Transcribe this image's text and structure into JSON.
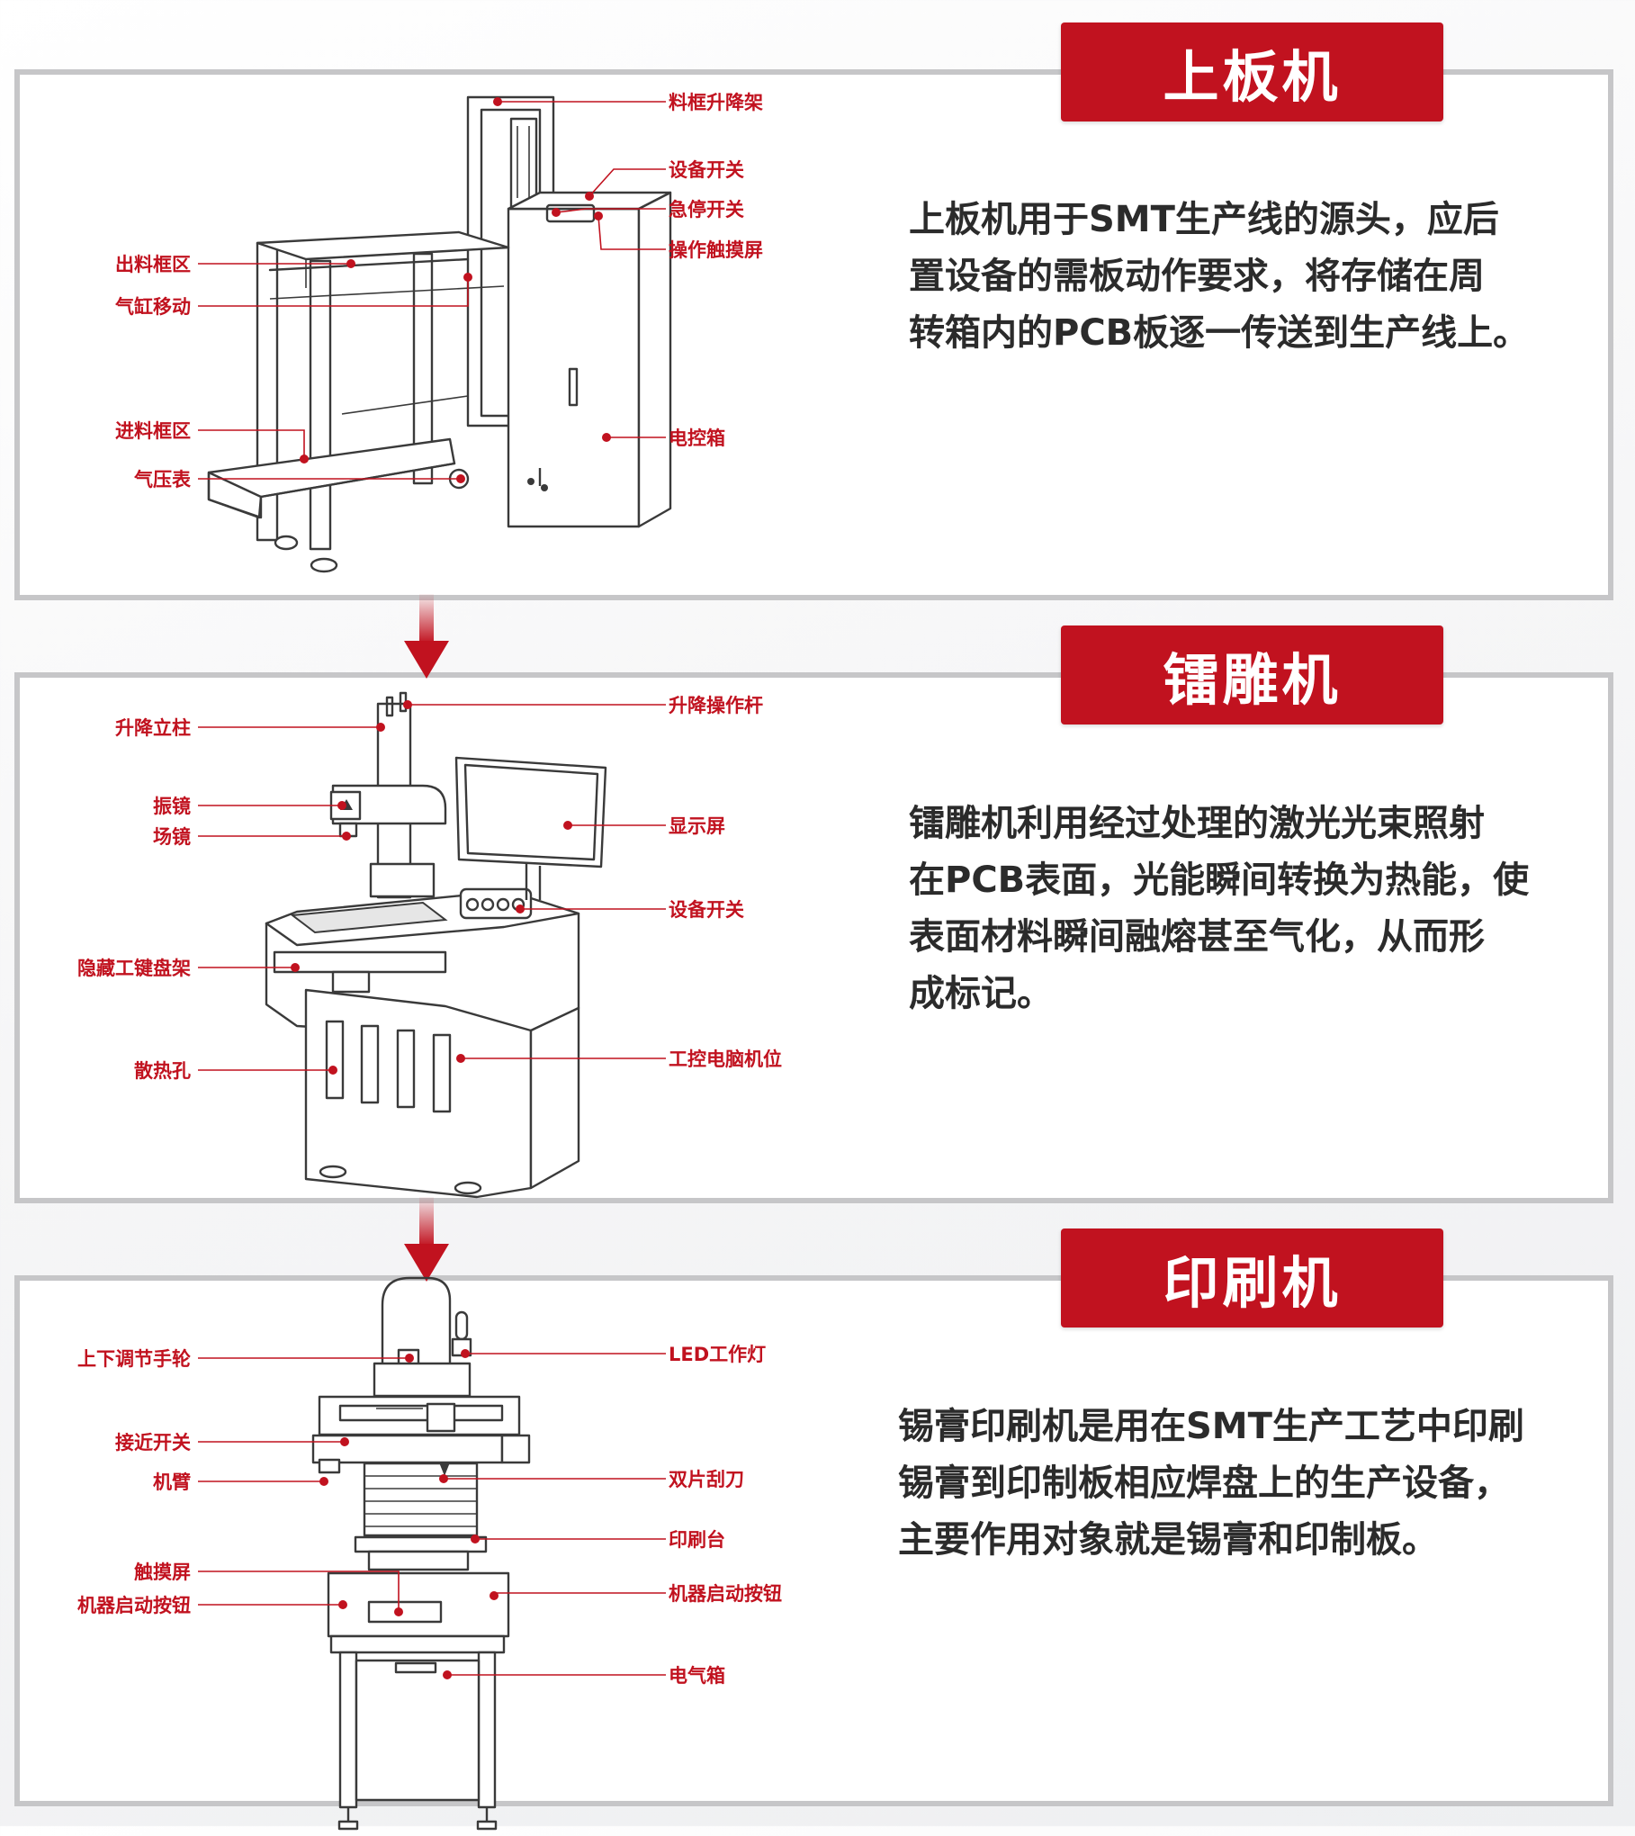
{
  "colors": {
    "accent": "#c1121f",
    "panel_border": "#c6c6c8",
    "text": "#2b2b2b",
    "line_art": "#3a3a3a"
  },
  "sections": [
    {
      "title": "上板机",
      "description_lines": [
        "上板机用于SMT生产线的源头，应后",
        "置设备的需板动作要求，将存储在周",
        "转箱内的PCB板逐一传送到生产线上。"
      ],
      "labels_right": [
        "料框升降架",
        "设备开关",
        "急停开关",
        "操作触摸屏",
        "电控箱"
      ],
      "labels_left": [
        "出料框区",
        "气缸移动",
        "进料框区",
        "气压表"
      ]
    },
    {
      "title": "镭雕机",
      "description_lines": [
        "镭雕机利用经过处理的激光光束照射",
        "在PCB表面，光能瞬间转换为热能，使",
        "表面材料瞬间融熔甚至气化，从而形",
        "成标记。"
      ],
      "labels_right": [
        "升降操作杆",
        "显示屏",
        "设备开关",
        "工控电脑机位"
      ],
      "labels_left": [
        "升降立柱",
        "振镜",
        "场镜",
        "隐藏工键盘架",
        "散热孔"
      ]
    },
    {
      "title": "印刷机",
      "description_lines": [
        "锡膏印刷机是用在SMT生产工艺中印刷",
        "锡膏到印制板相应焊盘上的生产设备，",
        "主要作用对象就是锡膏和印制板。"
      ],
      "labels_right": [
        "LED工作灯",
        "双片刮刀",
        "印刷台",
        "机器启动按钮",
        "电气箱"
      ],
      "labels_left": [
        "上下调节手轮",
        "接近开关",
        "机臂",
        "触摸屏",
        "机器启动按钮"
      ]
    }
  ]
}
